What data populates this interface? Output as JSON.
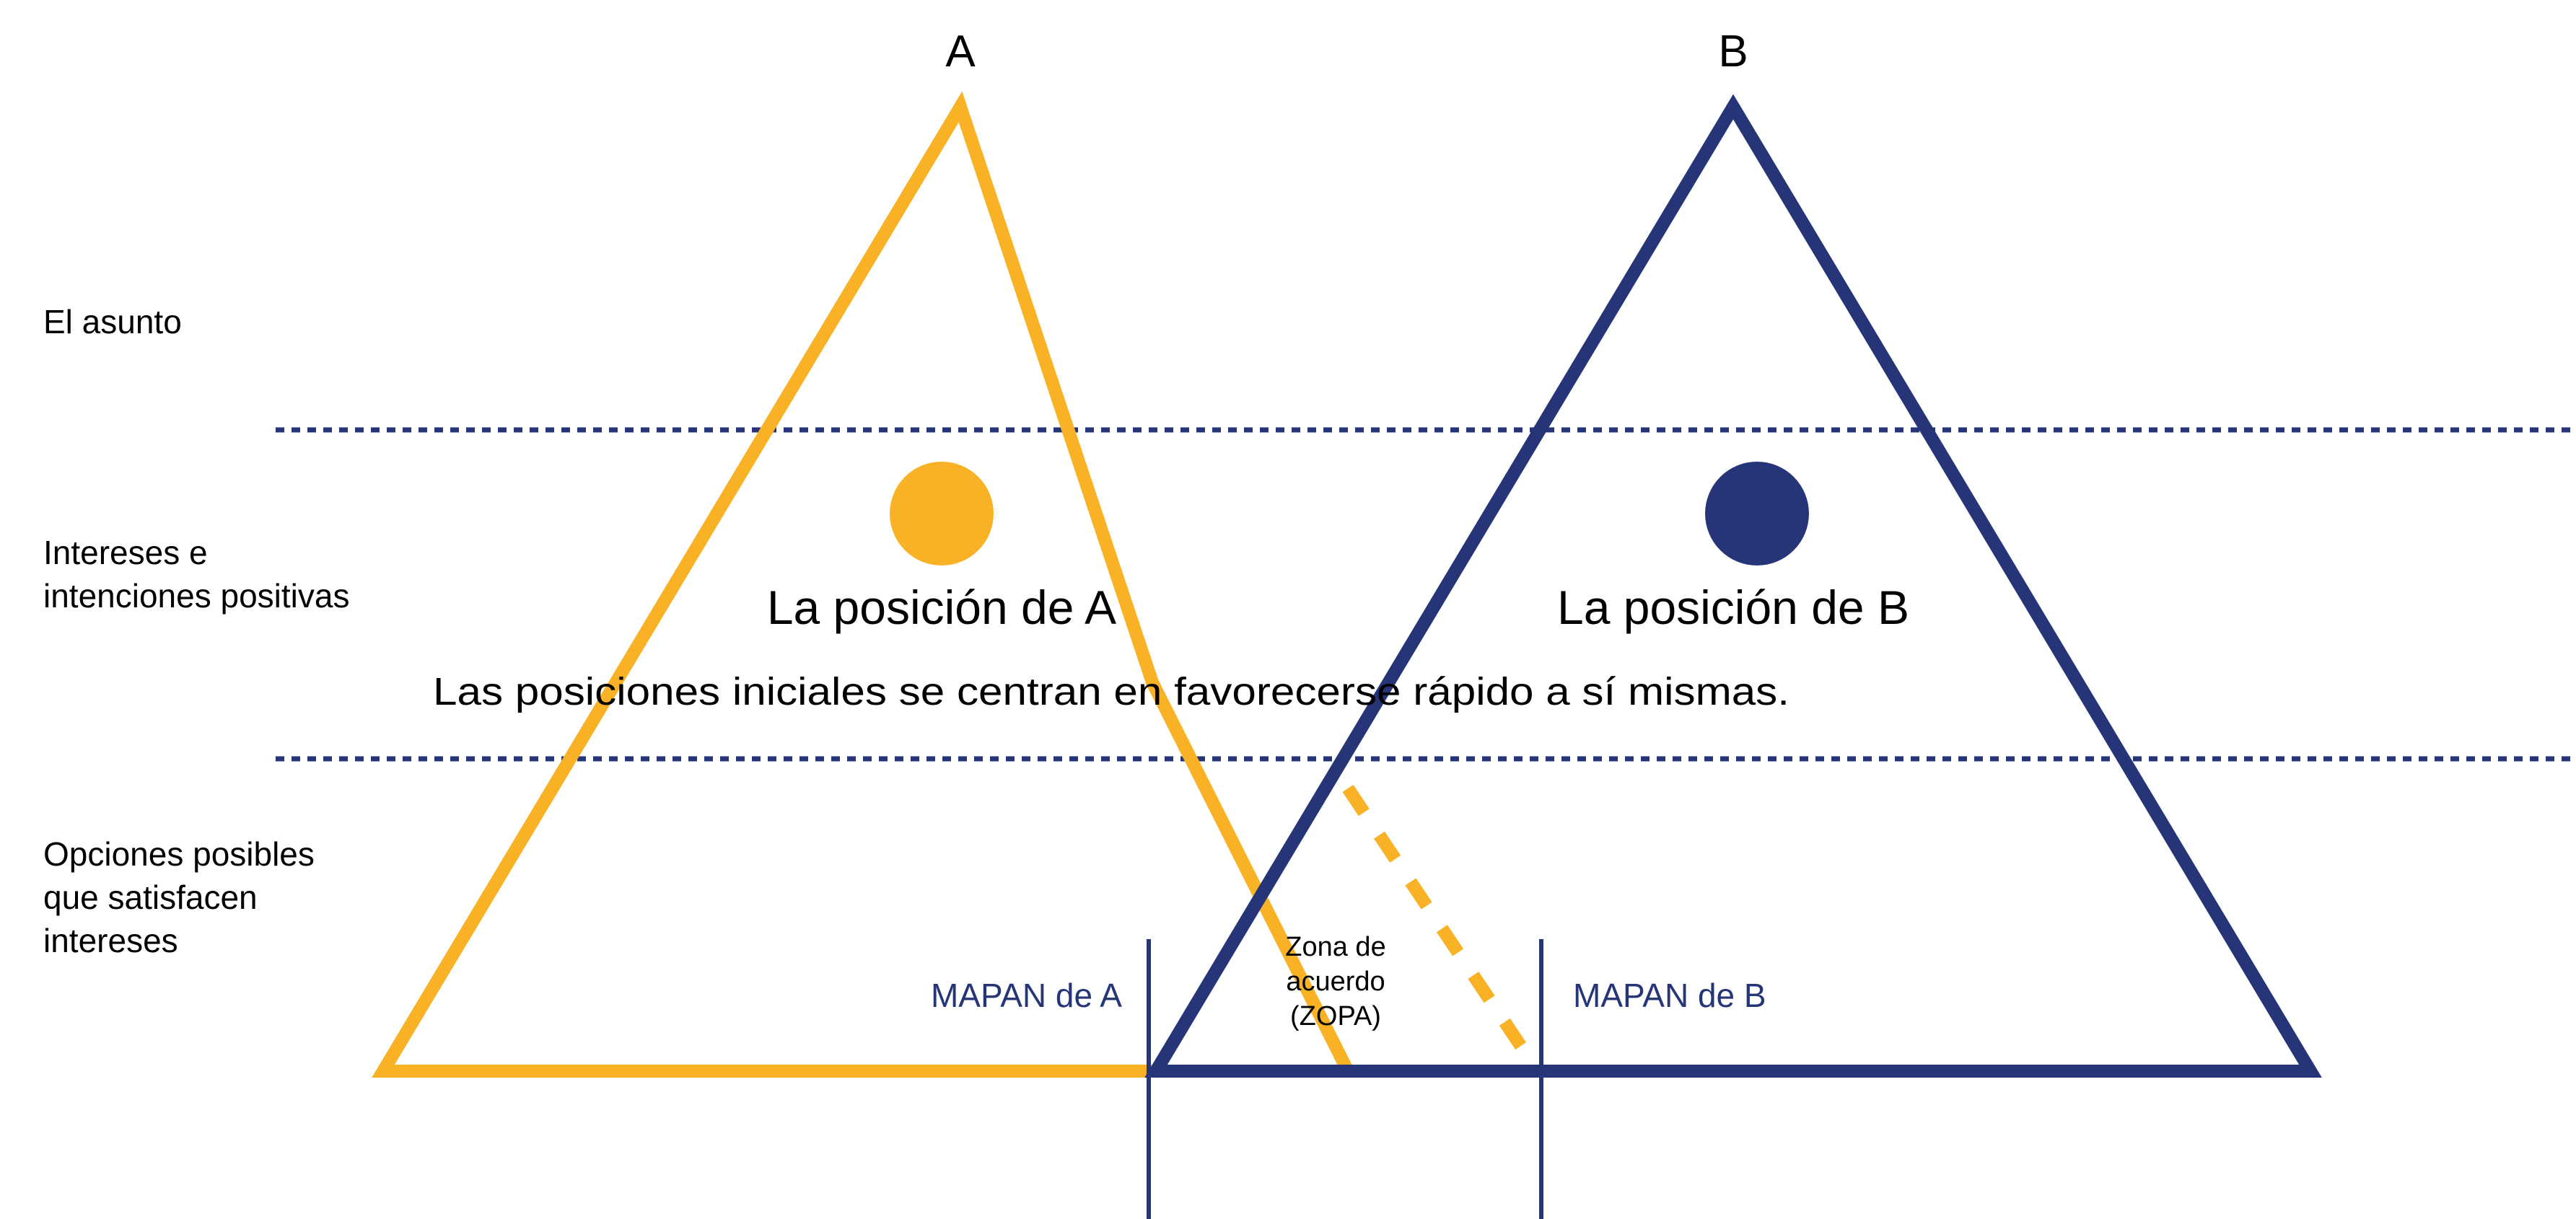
{
  "party_a": {
    "label": "A",
    "position_label": "La posición de A",
    "mapan_label": "MAPAN de A",
    "color": "#F9B225"
  },
  "party_b": {
    "label": "B",
    "position_label": "La posición de B",
    "mapan_label": "MAPAN de B",
    "color": "#263577"
  },
  "rows": {
    "issue": "El asunto",
    "interests_line1": "Intereses e",
    "interests_line2": "intenciones positivas",
    "options_line1": "Opciones posibles",
    "options_line2": "que satisfacen",
    "options_line3": "intereses"
  },
  "central_statement": "Las posiciones iniciales se centran en favorecerse rápido a sí mismas.",
  "zopa": {
    "line1": "Zona de",
    "line2": "acuerdo",
    "line3": "(ZOPA)"
  },
  "colors": {
    "text": "#000000",
    "divider": "#263577"
  }
}
